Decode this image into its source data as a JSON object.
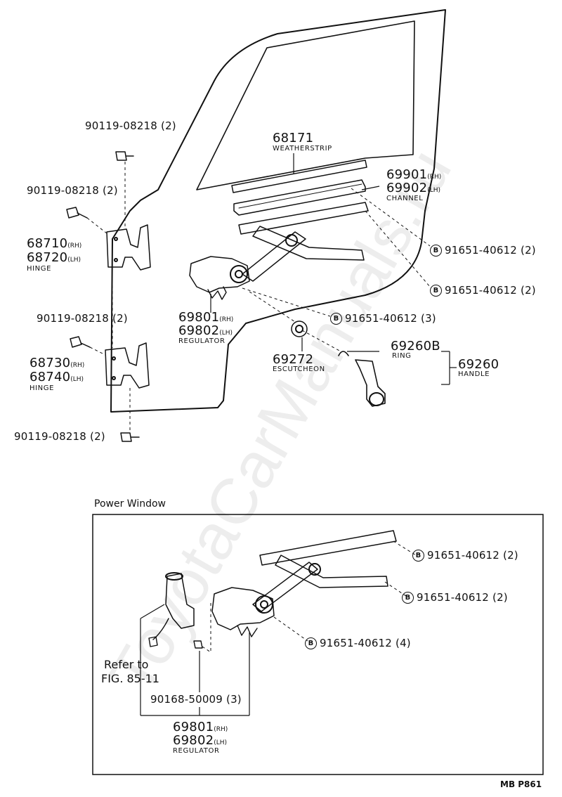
{
  "watermark": "ToyotaCarManuals.ru",
  "footer_code": "MB P861",
  "bolt_marker": "B",
  "upper": {
    "bolt_top": "90119-08218 (2)",
    "bolt_upper_hinge": "90119-08218 (2)",
    "bolt_lower_hinge": "90119-08218 (2)",
    "bolt_bottom": "90119-08218 (2)",
    "upper_hinge": {
      "rh": "68710",
      "rh_tag": "(RH)",
      "lh": "68720",
      "lh_tag": "(LH)",
      "name": "HINGE"
    },
    "lower_hinge": {
      "rh": "68730",
      "rh_tag": "(RH)",
      "lh": "68740",
      "lh_tag": "(LH)",
      "name": "HINGE"
    },
    "weatherstrip": {
      "pn": "68171",
      "name": "WEATHERSTRIP"
    },
    "channel": {
      "rh": "69901",
      "rh_tag": "(RH)",
      "lh": "69902",
      "lh_tag": "(LH)",
      "name": "CHANNEL"
    },
    "screw_a": "91651-40612 (2)",
    "screw_b": "91651-40612 (2)",
    "screw_c": "91651-40612 (3)",
    "regulator": {
      "rh": "69801",
      "rh_tag": "(RH)",
      "lh": "69802",
      "lh_tag": "(LH)",
      "name": "REGULATOR"
    },
    "escutcheon": {
      "pn": "69272",
      "name": "ESCUTCHEON"
    },
    "ring": {
      "pn": "69260B",
      "name": "RING"
    },
    "handle": {
      "pn": "69260",
      "name": "HANDLE"
    }
  },
  "power": {
    "title": "Power Window",
    "screw_a": "91651-40612 (2)",
    "screw_b": "91651-40612 (2)",
    "screw_c": "91651-40612 (4)",
    "refer_line1": "Refer to",
    "refer_line2": "FIG. 85-11",
    "bolt": "90168-50009 (3)",
    "regulator": {
      "rh": "69801",
      "rh_tag": "(RH)",
      "lh": "69802",
      "lh_tag": "(LH)",
      "name": "REGULATOR"
    }
  }
}
